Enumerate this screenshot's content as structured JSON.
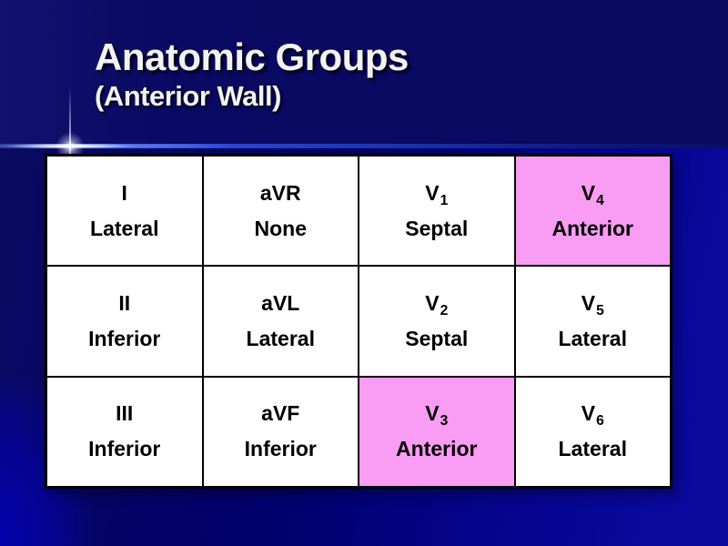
{
  "slide": {
    "title": "Anatomic Groups",
    "subtitle": "(Anterior Wall)"
  },
  "colors": {
    "background_top": "#0a0a64",
    "background_main_dark": "#00006a",
    "background_main_bright": "#0a0a9e",
    "background_corner_glow": "#0202b0",
    "divider_blue": "#2c4cd8",
    "cell_background": "#ffffff",
    "cell_highlight_pink": "#f99cf3",
    "table_border": "#000000",
    "cell_text": "#000000",
    "title_text": "#f2f2f2"
  },
  "table": {
    "rows": [
      [
        {
          "lead": "I",
          "sub": "",
          "group": "Lateral",
          "highlight": false
        },
        {
          "lead": "aVR",
          "sub": "",
          "group": "None",
          "highlight": false
        },
        {
          "lead": "V",
          "sub": "1",
          "group": "Septal",
          "highlight": false
        },
        {
          "lead": "V",
          "sub": "4",
          "group": "Anterior",
          "highlight": true
        }
      ],
      [
        {
          "lead": "II",
          "sub": "",
          "group": "Inferior",
          "highlight": false
        },
        {
          "lead": "aVL",
          "sub": "",
          "group": "Lateral",
          "highlight": false
        },
        {
          "lead": "V",
          "sub": "2",
          "group": "Septal",
          "highlight": false
        },
        {
          "lead": "V",
          "sub": "5",
          "group": "Lateral",
          "highlight": false
        }
      ],
      [
        {
          "lead": "III",
          "sub": "",
          "group": "Inferior",
          "highlight": false
        },
        {
          "lead": "aVF",
          "sub": "",
          "group": "Inferior",
          "highlight": false
        },
        {
          "lead": "V",
          "sub": "3",
          "group": "Anterior",
          "highlight": true
        },
        {
          "lead": "V",
          "sub": "6",
          "group": "Lateral",
          "highlight": false
        }
      ]
    ]
  }
}
